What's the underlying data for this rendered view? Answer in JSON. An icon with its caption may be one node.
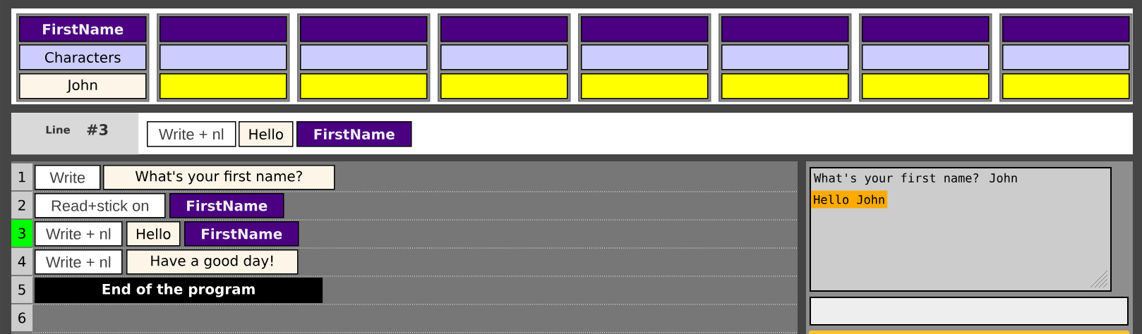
{
  "diagram": {
    "nodes": [
      {
        "text": [],
        "shape": "box"
      },
      {
        "text": [
          "FirstName"
        ],
        "in": 0
      },
      {
        "text": [
          "Characters"
        ],
        "in": 0
      },
      {
        "text": [
          "John"
        ],
        "in": 0
      },
      {
        "text": [],
        "shape": "box"
      },
      {
        "text": [],
        "shape": "box",
        "in": 4
      },
      {
        "text": [],
        "shape": "box",
        "in": 4
      },
      {
        "text": [],
        "shape": "box",
        "in": 4
      },
      {
        "text": [],
        "shape": "box"
      },
      {
        "text": [],
        "shape": "box",
        "in": 8
      },
      {
        "text": [],
        "shape": "box",
        "in": 8
      },
      {
        "text": [],
        "shape": "box",
        "in": 8
      },
      {
        "text": [],
        "shape": "box"
      },
      {
        "text": [],
        "shape": "box",
        "in": 12
      },
      {
        "text": [],
        "shape": "box",
        "in": 12
      },
      {
        "text": [],
        "shape": "box",
        "in": 12
      },
      {
        "text": [],
        "shape": "box"
      },
      {
        "text": [],
        "shape": "box",
        "in": 16
      },
      {
        "text": [],
        "shape": "box",
        "in": 16
      },
      {
        "text": [],
        "shape": "box",
        "in": 16
      },
      {
        "text": [],
        "shape": "box"
      },
      {
        "text": [],
        "shape": "box",
        "in": 20
      },
      {
        "text": [],
        "shape": "box",
        "in": 20
      },
      {
        "text": [],
        "shape": "box",
        "in": 20
      },
      {
        "text": [],
        "shape": "box"
      },
      {
        "text": [],
        "shape": "box",
        "in": 24
      },
      {
        "text": [],
        "shape": "box",
        "in": 24
      },
      {
        "text": [],
        "shape": "box",
        "in": 24
      },
      {
        "text": [],
        "shape": "box"
      },
      {
        "text": [],
        "shape": "box",
        "in": 28
      },
      {
        "text": [],
        "shape": "box",
        "in": 28
      },
      {
        "text": [],
        "shape": "box",
        "in": 28
      },
      {
        "text": [
          "Line",
          "#3"
        ]
      },
      {
        "text": [
          "Write + nl"
        ]
      },
      {
        "text": [
          "Hello"
        ]
      },
      {
        "text": [
          "FirstName"
        ]
      },
      {
        "text": [
          "1"
        ]
      },
      {
        "text": [
          "Write"
        ]
      },
      {
        "text": [
          "What's your first name?"
        ]
      },
      {
        "text": [
          "2"
        ]
      },
      {
        "text": [
          "Read+stick on"
        ]
      },
      {
        "text": [
          "FirstName"
        ]
      },
      {
        "text": [
          "3"
        ]
      },
      {
        "text": [
          "Write + nl"
        ]
      },
      {
        "text": [
          "Hello"
        ]
      },
      {
        "text": [
          "FirstName"
        ]
      },
      {
        "text": [
          "4"
        ]
      },
      {
        "text": [
          "Write + nl"
        ]
      },
      {
        "text": [
          "Have a good day!"
        ]
      },
      {
        "text": [
          "5"
        ]
      },
      {
        "text": [
          "End of the program"
        ]
      },
      {
        "text": [
          "6"
        ]
      },
      {
        "text": [
          "What's your first name? John",
          "Hello John"
        ]
      },
      {
        "text": [],
        "shape": "box"
      },
      {
        "text": [],
        "shape": "bar"
      }
    ]
  }
}
